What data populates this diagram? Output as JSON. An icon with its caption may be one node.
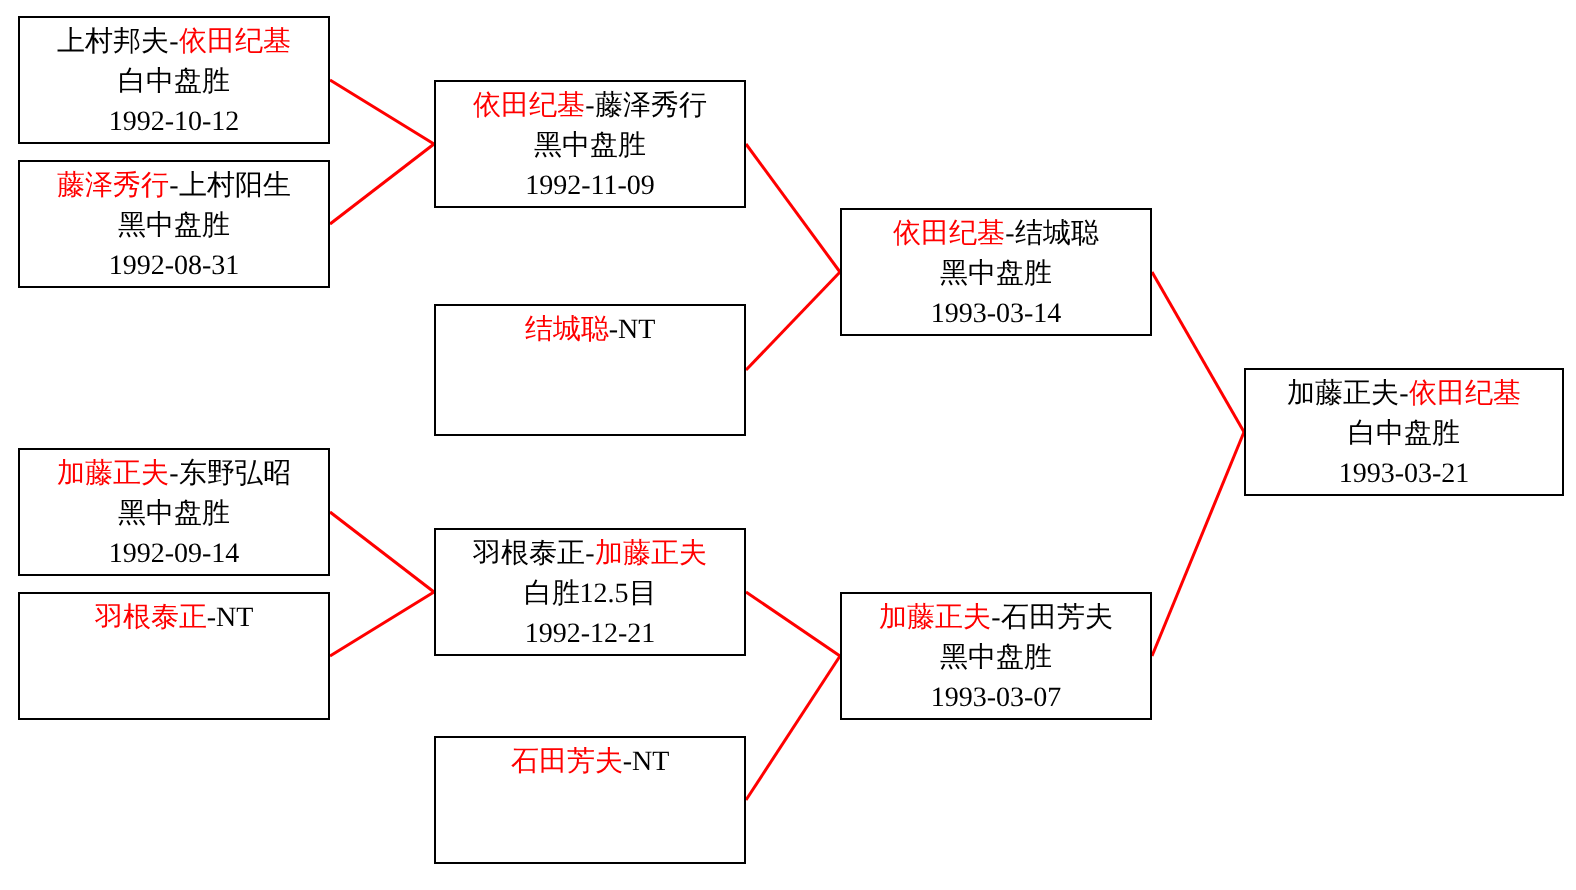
{
  "diagram": {
    "nodes": [
      {
        "text": [
          "上村邦夫-依田纪基",
          "白中盘胜",
          "1992-10-12"
        ]
      },
      {
        "text": [
          "藤泽秀行-上村阳生",
          "黑中盘胜",
          "1992-08-31"
        ]
      },
      {
        "text": [
          "依田纪基-藤泽秀行",
          "黑中盘胜",
          "1992-11-09"
        ]
      },
      {
        "text": [
          "结城聪-NT"
        ]
      },
      {
        "text": [
          "依田纪基-结城聪",
          "黑中盘胜",
          "1993-03-14"
        ]
      },
      {
        "text": [
          "加藤正夫-东野弘昭",
          "黑中盘胜",
          "1992-09-14"
        ]
      },
      {
        "text": [
          "羽根泰正-NT"
        ]
      },
      {
        "text": [
          "羽根泰正-加藤正夫",
          "白胜12.5目",
          "1992-12-21"
        ]
      },
      {
        "text": [
          "石田芳夫-NT"
        ]
      },
      {
        "text": [
          "加藤正夫-石田芳夫",
          "黑中盘胜",
          "1993-03-07"
        ]
      },
      {
        "text": [
          "加藤正夫-依田纪基",
          "白中盘胜",
          "1993-03-21"
        ]
      }
    ],
    "edges": [
      {
        "from": 0,
        "to": 2,
        "arrow": "none"
      },
      {
        "from": 1,
        "to": 2,
        "arrow": "none"
      },
      {
        "from": 2,
        "to": 4,
        "arrow": "none"
      },
      {
        "from": 3,
        "to": 4,
        "arrow": "none"
      },
      {
        "from": 5,
        "to": 7,
        "arrow": "none"
      },
      {
        "from": 6,
        "to": 7,
        "arrow": "none"
      },
      {
        "from": 7,
        "to": 9,
        "arrow": "none"
      },
      {
        "from": 8,
        "to": 9,
        "arrow": "none"
      },
      {
        "from": 4,
        "to": 10,
        "arrow": "none"
      },
      {
        "from": 9,
        "to": 10,
        "arrow": "none"
      }
    ]
  }
}
